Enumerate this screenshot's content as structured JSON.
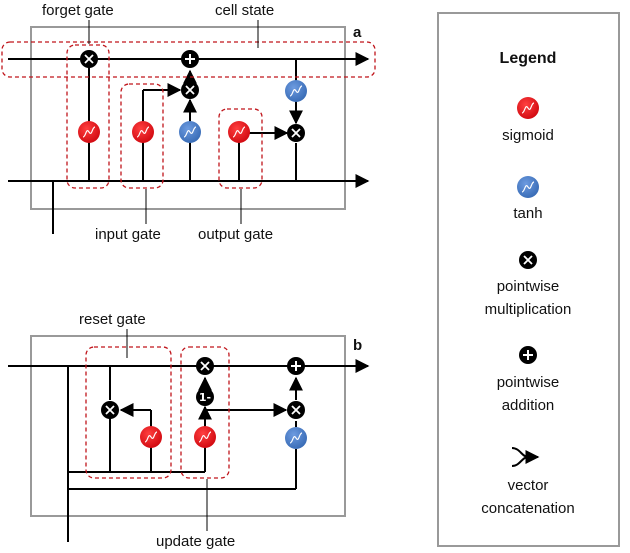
{
  "labels": {
    "forget_gate": "forget gate",
    "cell_state": "cell state",
    "input_gate": "input gate",
    "output_gate": "output gate",
    "reset_gate": "reset gate",
    "update_gate": "update gate",
    "panel_a": "a",
    "panel_b": "b",
    "one_minus": "1-"
  },
  "legend": {
    "title": "Legend",
    "sigmoid": "sigmoid",
    "tanh": "tanh",
    "mult_line1": "pointwise",
    "mult_line2": "multiplication",
    "add_line1": "pointwise",
    "add_line2": "addition",
    "concat_line1": "vector",
    "concat_line2": "concatenation"
  },
  "colors": {
    "sigmoid": "#e8141b",
    "tanh": "#4a7fc9",
    "operator": "#000000",
    "gate_outline": "#c0151b",
    "frame": "#999999"
  }
}
